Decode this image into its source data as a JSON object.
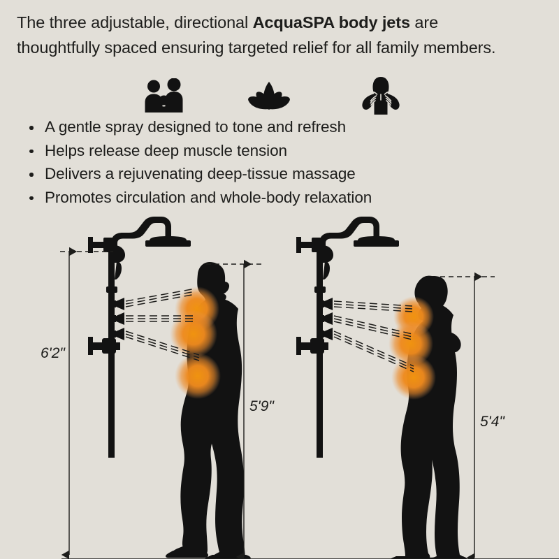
{
  "page": {
    "background_color": "#e2dfd8",
    "ink_color": "#1d1d1b",
    "accent_color": "#ee8a1e"
  },
  "intro": {
    "before_bold": "The three adjustable, directional ",
    "bold": "AcquaSPA body jets",
    "after_bold": " are thoughtfully spaced ensuring targeted relief for all family members."
  },
  "icons": [
    {
      "name": "family-icon",
      "label": "family"
    },
    {
      "name": "lotus-flower-icon",
      "label": "lotus"
    },
    {
      "name": "shoulder-massage-icon",
      "label": "massage"
    }
  ],
  "bullets": [
    "A gentle spray designed to tone and refresh",
    "Helps release deep muscle tension",
    "Delivers a rejuvenating deep-tissue massage",
    "Promotes circulation and whole-body relaxation"
  ],
  "diagram": {
    "figures": [
      {
        "name": "man-figure",
        "shower_height_label": "6'2\"",
        "person_height_label": "5'9\"",
        "jet_count": 3
      },
      {
        "name": "woman-figure",
        "person_height_label": "5'4\"",
        "jet_count": 3
      }
    ],
    "labels": {
      "shower_riser_height": "6'2\"",
      "man_height": "5'9\"",
      "woman_height": "5'4\""
    }
  }
}
